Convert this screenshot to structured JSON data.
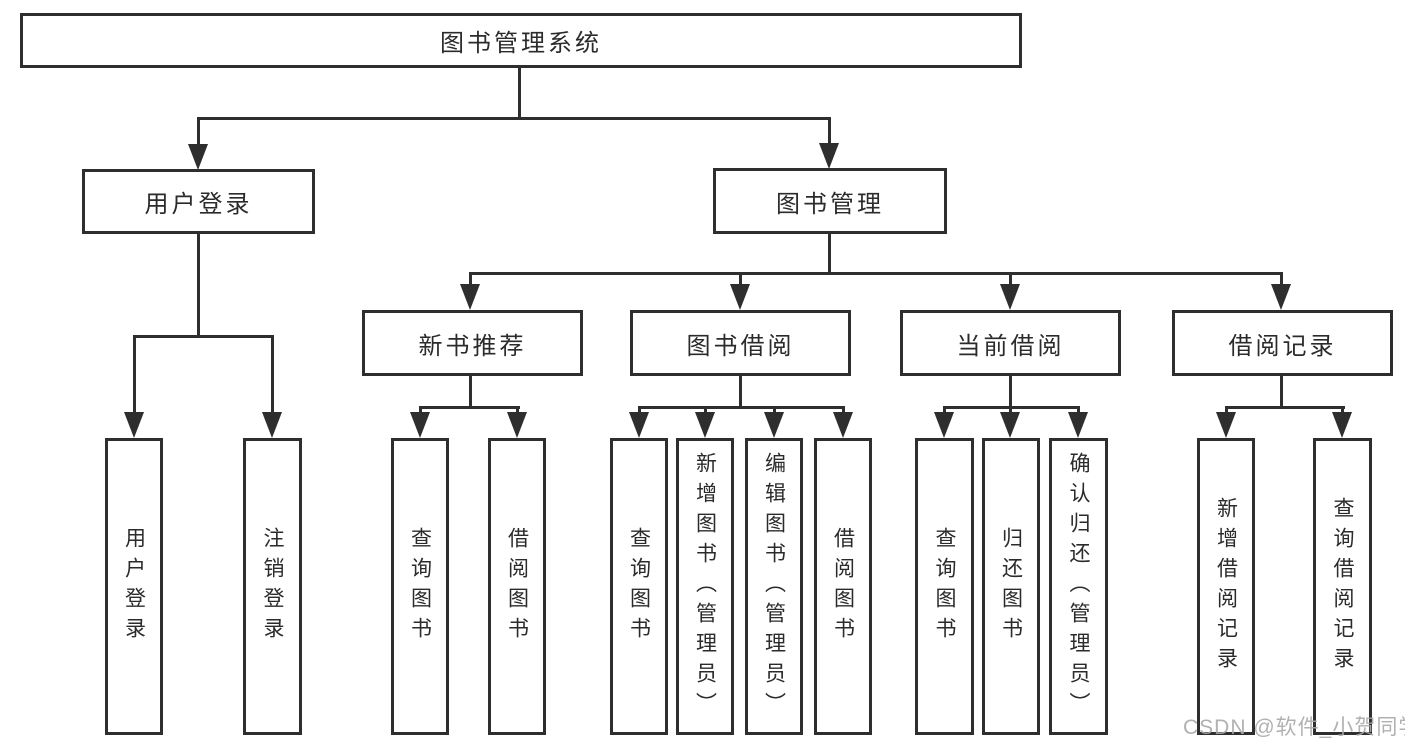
{
  "diagram_title": "图书管理系统",
  "watermark": "CSDN @软件_小贺同学",
  "colors": {
    "line": "#2e2e2e",
    "text": "#2b2b2b",
    "background": "#ffffff",
    "watermark": "#a8a8a8"
  },
  "tree": {
    "label": "图书管理系统",
    "children": [
      {
        "label": "用户登录",
        "children": [
          {
            "label": "用户登录"
          },
          {
            "label": "注销登录"
          }
        ]
      },
      {
        "label": "图书管理",
        "children": [
          {
            "label": "新书推荐",
            "children": [
              {
                "label": "查询图书"
              },
              {
                "label": "借阅图书"
              }
            ]
          },
          {
            "label": "图书借阅",
            "children": [
              {
                "label": "查询图书"
              },
              {
                "label": "新增图书（管理员）"
              },
              {
                "label": "编辑图书（管理员）"
              },
              {
                "label": "借阅图书"
              }
            ]
          },
          {
            "label": "当前借阅",
            "children": [
              {
                "label": "查询图书"
              },
              {
                "label": "归还图书"
              },
              {
                "label": "确认归还（管理员）"
              }
            ]
          },
          {
            "label": "借阅记录",
            "children": [
              {
                "label": "新增借阅记录"
              },
              {
                "label": "查询借阅记录"
              }
            ]
          }
        ]
      }
    ]
  }
}
